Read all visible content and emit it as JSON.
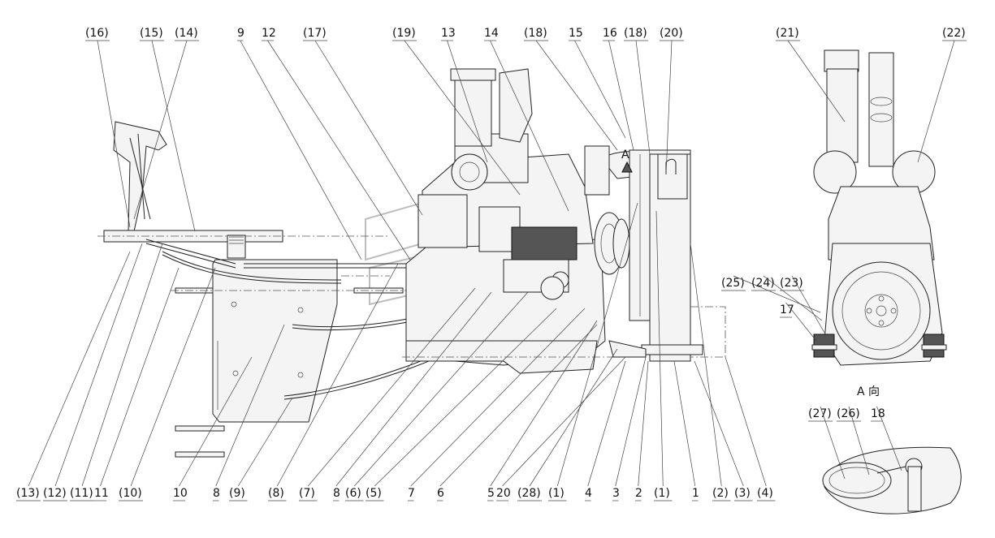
{
  "view_caption": "A 向",
  "view_marker": "A",
  "top_callouts": [
    "(16)",
    "(15)",
    "(14)",
    "9",
    "12",
    "(17)",
    "(19)",
    "13",
    "14",
    "(18)",
    "15",
    "16",
    "(18)",
    "(20)",
    "(21)",
    "(22)"
  ],
  "bottom_callouts": [
    "(13)",
    "(12)",
    "(11)",
    "11",
    "(10)",
    "10",
    "8",
    "(9)",
    "(8)",
    "(7)",
    "8",
    "(6)",
    "(5)",
    "7",
    "6",
    "5",
    "20",
    "(28)",
    "(1)",
    "4",
    "3",
    "2",
    "(1)",
    "1",
    "(2)",
    "(3)",
    "(4)"
  ],
  "side_callouts": [
    "(25)",
    "(24)",
    "(23)",
    "17",
    "(27)",
    "(26)",
    "18"
  ]
}
